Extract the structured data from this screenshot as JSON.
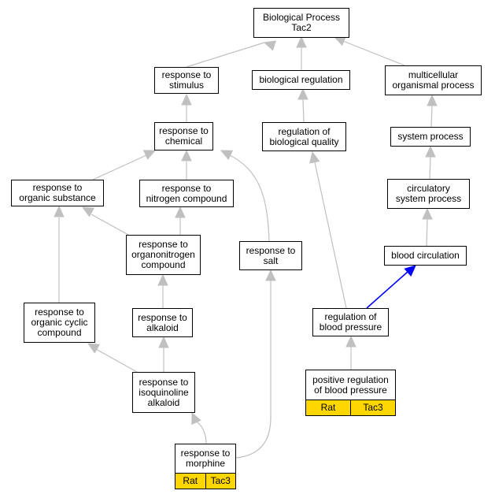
{
  "colors": {
    "edge": "#c0c0c0",
    "highlight_edge": "#0000ff",
    "tag_fill": "#ffd700",
    "node_border": "#000000"
  },
  "nodes": {
    "root": "Biological Process\nTac2",
    "response_to_stimulus": "response to\nstimulus",
    "biological_regulation": "biological regulation",
    "multicellular_organismal_process": "multicellular\norganismal process",
    "response_to_chemical": "response to\nchemical",
    "regulation_of_biological_quality": "regulation of\nbiological quality",
    "system_process": "system process",
    "response_to_organic_substance": "response to\norganic substance",
    "response_to_nitrogen_compound": "response to\nnitrogen compound",
    "circulatory_system_process": "circulatory\nsystem process",
    "response_to_organonitrogen_compound": "response to\norganonitrogen\ncompound",
    "response_to_salt": "response to\nsalt",
    "blood_circulation": "blood circulation",
    "response_to_organic_cyclic_compound": "response to\norganic cyclic\ncompound",
    "response_to_alkaloid": "response to\nalkaloid",
    "regulation_of_blood_pressure": "regulation of\nblood pressure",
    "positive_regulation_of_blood_pressure": "positive regulation\nof blood pressure",
    "response_to_isoquinoline_alkaloid": "response to\nisoquinoline\nalkaloid",
    "response_to_morphine": "response to\nmorphine"
  },
  "tags": {
    "positive_regulation_of_blood_pressure": [
      "Rat",
      "Tac3"
    ],
    "response_to_morphine": [
      "Rat",
      "Tac3"
    ]
  }
}
